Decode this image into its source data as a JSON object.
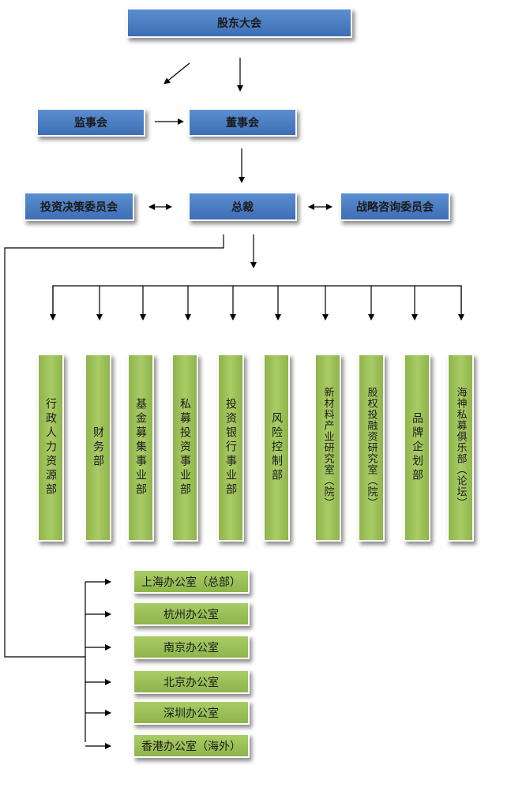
{
  "top": {
    "shareholders": "股东大会"
  },
  "governance": {
    "supervisors": "监事会",
    "board": "董事会"
  },
  "executive": {
    "investment_committee": "投资决策委员会",
    "president": "总裁",
    "strategy_committee": "战略咨询委员会"
  },
  "departments": [
    "行政人力资源部",
    "财务部",
    "基金募集事业部",
    "私募投资事业部",
    "投资银行事业部",
    "风险控制部",
    "新材料产业研究室（院）",
    "股权投融资研究室（院）",
    "品牌企划部",
    "海神私募俱乐部（论坛）"
  ],
  "offices": [
    "上海办公室（总部）",
    "杭州办公室",
    "南京办公室",
    "北京办公室",
    "深圳办公室",
    "香港办公室（海外）"
  ],
  "colors": {
    "blue_box": "#4a7cc0",
    "green_box": "#9bbf58",
    "line": "#000000"
  }
}
